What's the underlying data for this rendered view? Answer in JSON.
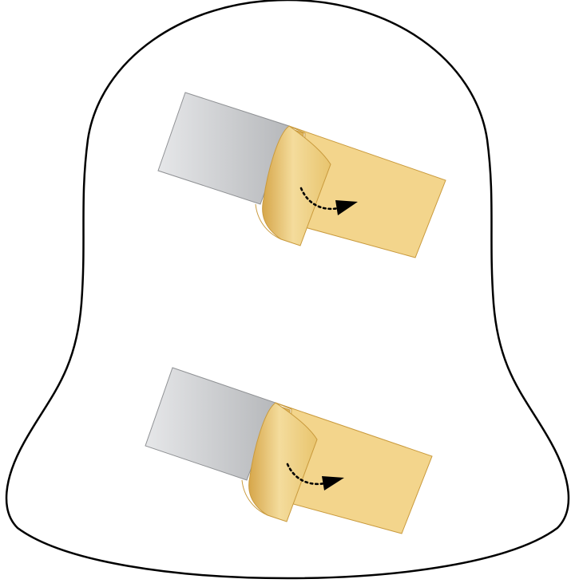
{
  "diagram": {
    "kind": "tape-peel-illustration",
    "elements": [
      {
        "name": "bell-jar",
        "shape": "bell-outline",
        "stroke": "#000000",
        "fill": "#ffffff"
      },
      {
        "name": "tape-assembly-top",
        "parts": [
          "metal-block",
          "adhesive-tape",
          "peeling-curl",
          "motion-arrow"
        ]
      },
      {
        "name": "tape-assembly-bottom",
        "parts": [
          "metal-block",
          "adhesive-tape",
          "peeling-curl",
          "motion-arrow"
        ]
      }
    ],
    "colors": {
      "outline": "#000000",
      "background": "#ffffff",
      "metal_light": "#e4e5e7",
      "metal_dark": "#b9bbbe",
      "metal_edge": "#8f9194",
      "tape_fill": "#f3d58c",
      "tape_light": "#f7e3ac",
      "tape_dark": "#d9ac50",
      "tape_edge": "#c99a3d",
      "arrow": "#000000"
    }
  }
}
